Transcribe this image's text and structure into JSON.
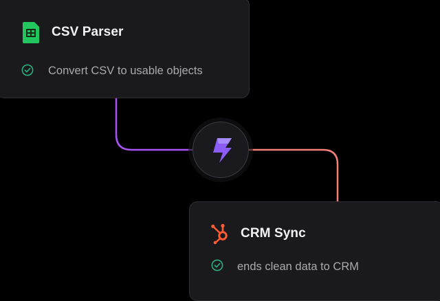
{
  "nodes": {
    "csv_parser": {
      "title": "CSV Parser",
      "description": "Convert CSV to usable objects",
      "icon": "spreadsheet-icon",
      "icon_color": "#22c55e"
    },
    "hub": {
      "icon": "lightning-bolt-icon",
      "icon_color": "#8b5cf6"
    },
    "crm_sync": {
      "title": "CRM Sync",
      "description": "ends clean data to CRM",
      "icon": "hubspot-sprocket-icon",
      "icon_color": "#ff5c35"
    }
  },
  "connectors": {
    "upper_color": "#a855f7",
    "lower_color": "#f5807a"
  },
  "status_icon": "check-circle-icon",
  "status_color": "#2fae7e"
}
